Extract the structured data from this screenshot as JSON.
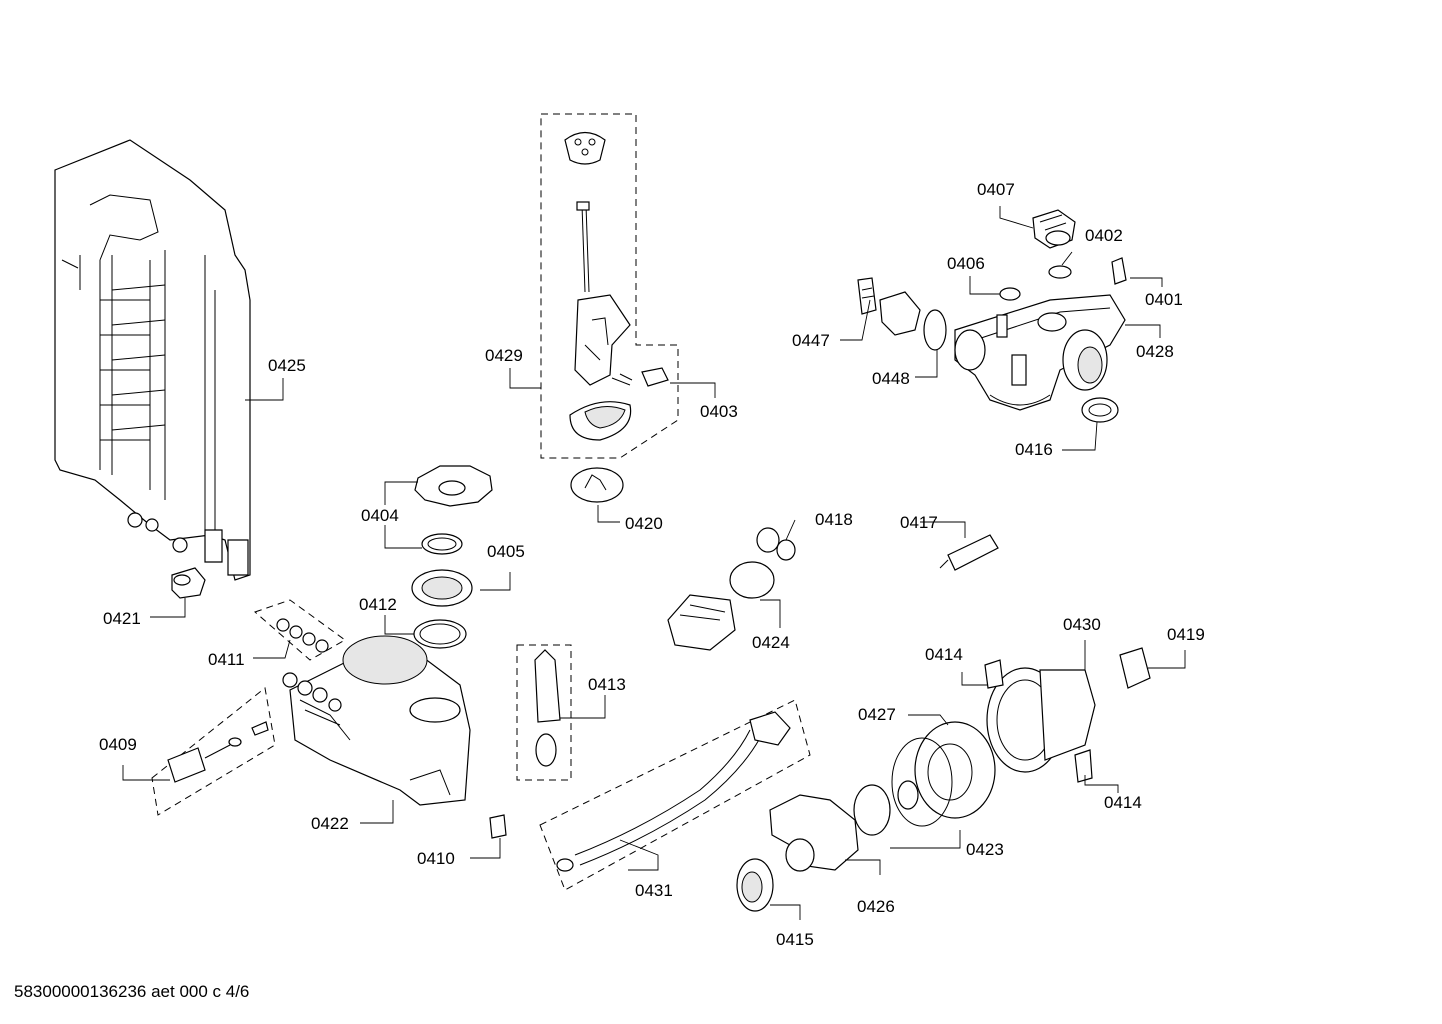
{
  "document_id": "58300000136236 aet 000 c 4/6",
  "part_numbers": {
    "p0425": "0425",
    "p0421": "0421",
    "p0429": "0429",
    "p0403": "0403",
    "p0420": "0420",
    "p0407": "0407",
    "p0402": "0402",
    "p0406": "0406",
    "p0401": "0401",
    "p0447": "0447",
    "p0428": "0428",
    "p0448": "0448",
    "p0416": "0416",
    "p0404": "0404",
    "p0405": "0405",
    "p0412": "0412",
    "p0411": "0411",
    "p0418": "0418",
    "p0417": "0417",
    "p0424": "0424",
    "p0413": "0413",
    "p0409": "0409",
    "p0422": "0422",
    "p0410": "0410",
    "p0431": "0431",
    "p0430": "0430",
    "p0419": "0419",
    "p0414a": "0414",
    "p0427": "0427",
    "p0414b": "0414",
    "p0423": "0423",
    "p0426": "0426",
    "p0415": "0415"
  }
}
